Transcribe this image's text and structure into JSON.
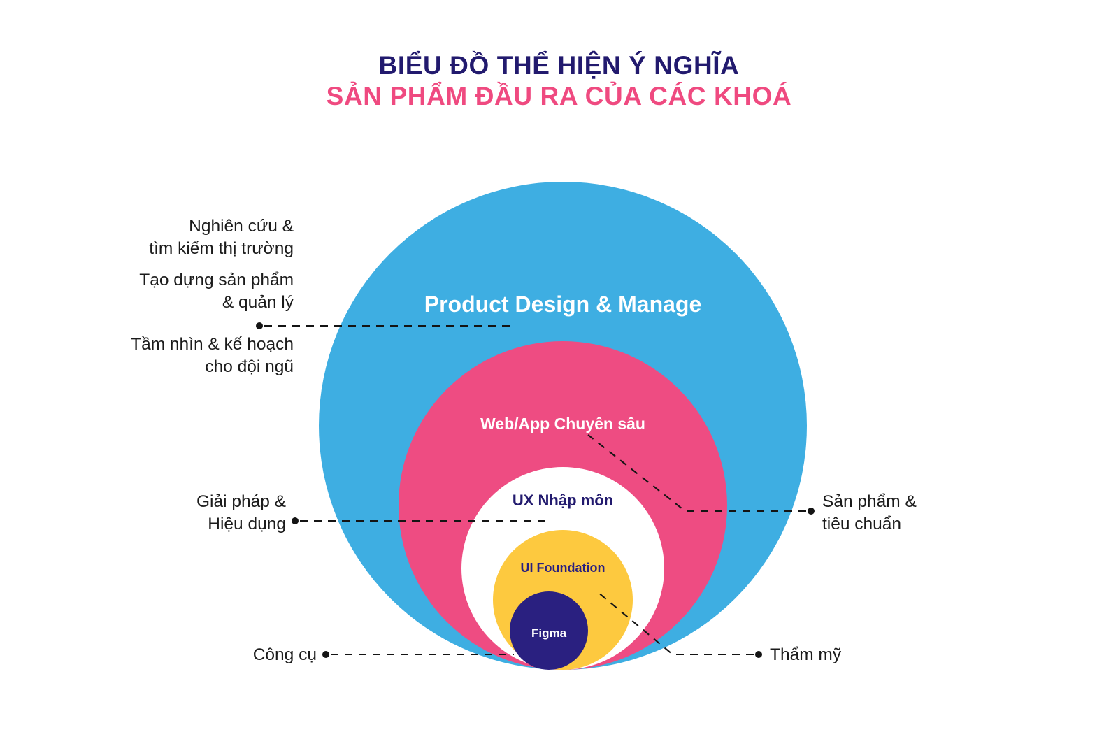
{
  "title": {
    "line1": "BIỂU ĐỒ THỂ HIỆN Ý NGHĨA",
    "line2": "SẢN PHẨM ĐẦU RA CỦA CÁC KHOÁ",
    "color_line1": "#221a6e",
    "color_line2": "#ef4a80"
  },
  "diagram": {
    "type": "nested-circles",
    "circles": [
      {
        "id": "product",
        "label": "Product Design & Manage",
        "color": "#3eaee2",
        "text_color": "#ffffff",
        "level": 1
      },
      {
        "id": "webapp",
        "label": "Web/App Chuyên sâu",
        "color": "#ee4c82",
        "text_color": "#ffffff",
        "level": 2
      },
      {
        "id": "ux",
        "label": "UX Nhập môn",
        "color": "#ffffff",
        "text_color": "#221a6e",
        "level": 3
      },
      {
        "id": "ui",
        "label": "UI Foundation",
        "color": "#fdc93f",
        "text_color": "#2a2080",
        "level": 4
      },
      {
        "id": "figma",
        "label": "Figma",
        "color": "#2a2080",
        "text_color": "#ffffff",
        "level": 5
      }
    ]
  },
  "annotations": {
    "left": [
      {
        "id": "nghien-cuu",
        "text": "Nghiên cứu &\ntìm kiếm thị trường"
      },
      {
        "id": "tao-dung",
        "text": "Tạo dựng sản phẩm\n& quản lý"
      },
      {
        "id": "tam-nhin",
        "text": "Tầm nhìn & kế hoạch\ncho đội ngũ"
      },
      {
        "id": "giai-phap",
        "text": "Giải pháp &\nHiệu dụng"
      },
      {
        "id": "cong-cu",
        "text": "Công cụ"
      }
    ],
    "right": [
      {
        "id": "san-pham",
        "text": "Sản phẩm &\ntiêu chuẩn"
      },
      {
        "id": "tham-my",
        "text": "Thẩm mỹ"
      }
    ]
  }
}
